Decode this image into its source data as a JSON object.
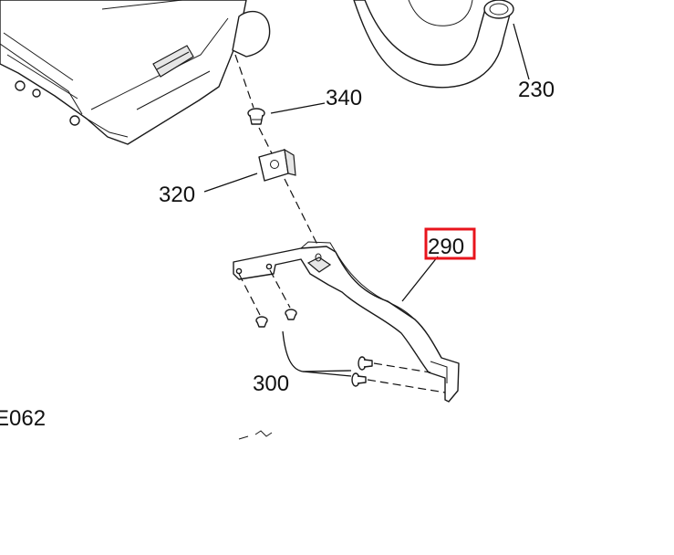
{
  "callouts": {
    "c340": "340",
    "c230": "230",
    "c320": "320",
    "c290": "290",
    "c300": "300",
    "partial_ref": "E062"
  },
  "highlight": {
    "target": "290",
    "color": "#e8141c"
  }
}
